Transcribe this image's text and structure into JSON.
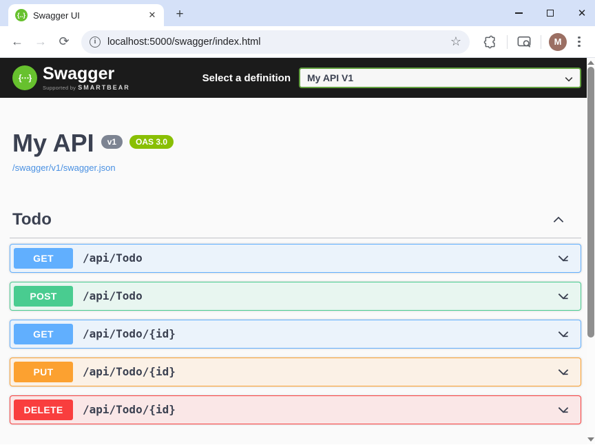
{
  "browser": {
    "tab_title": "Swagger UI",
    "url": "localhost:5000/swagger/index.html",
    "avatar_letter": "M"
  },
  "topbar": {
    "brand": "Swagger",
    "supported_by": "Supported by",
    "supported_brand": "SMARTBEAR",
    "select_label": "Select a definition",
    "selected_definition": "My API V1",
    "select_border_color": "#62a03f",
    "background": "#1b1b1b"
  },
  "info": {
    "title": "My API",
    "version_badge": "v1",
    "spec_badge": "OAS 3.0",
    "spec_link": "/swagger/v1/swagger.json",
    "title_color": "#3b4151",
    "link_color": "#4990e2",
    "version_badge_color": "#7d8492",
    "spec_badge_color": "#89bf04"
  },
  "section": {
    "title": "Todo",
    "expanded": true
  },
  "operations": [
    {
      "method": "GET",
      "path": "/api/Todo",
      "color": "#61affe",
      "bg": "#ebf3fb"
    },
    {
      "method": "POST",
      "path": "/api/Todo",
      "color": "#49cc90",
      "bg": "#e8f6f0"
    },
    {
      "method": "GET",
      "path": "/api/Todo/{id}",
      "color": "#61affe",
      "bg": "#ebf3fb"
    },
    {
      "method": "PUT",
      "path": "/api/Todo/{id}",
      "color": "#fca130",
      "bg": "#fbf1e6"
    },
    {
      "method": "DELETE",
      "path": "/api/Todo/{id}",
      "color": "#f93e3e",
      "bg": "#fae7e7"
    }
  ]
}
